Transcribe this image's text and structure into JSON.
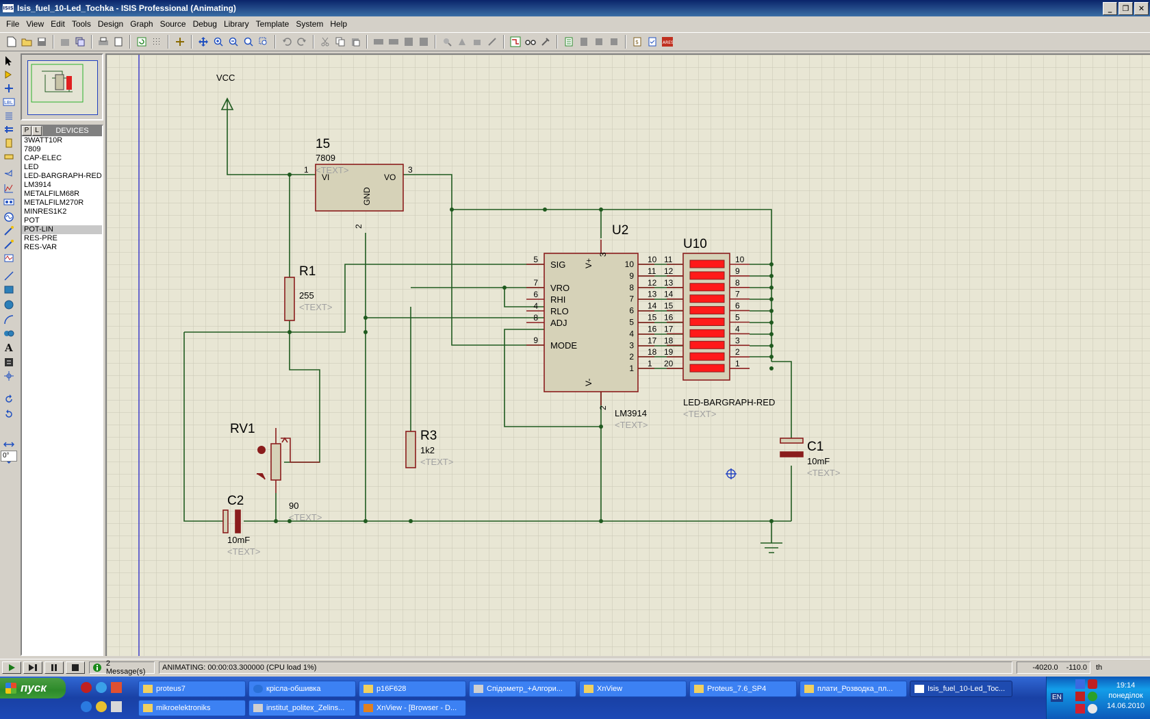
{
  "window": {
    "app_icon": "ISIS",
    "title": "Isis_fuel_10-Led_Tochka - ISIS Professional (Animating)",
    "minimize_glyph": "_",
    "maximize_glyph": "❐",
    "close_glyph": "✕"
  },
  "menu": [
    "File",
    "View",
    "Edit",
    "Tools",
    "Design",
    "Graph",
    "Source",
    "Debug",
    "Library",
    "Template",
    "System",
    "Help"
  ],
  "devices_panel": {
    "p_label": "P",
    "l_label": "L",
    "title": "DEVICES",
    "items": [
      "3WATT10R",
      "7809",
      "CAP-ELEC",
      "LED",
      "LED-BARGRAPH-RED",
      "LM3914",
      "METALFILM68R",
      "METALFILM270R",
      "MINRES1K2",
      "POT",
      "POT-LIN",
      "RES-PRE",
      "RES-VAR"
    ],
    "selected": "POT-LIN"
  },
  "rotation": "0°",
  "schematic": {
    "vcc_label": "VCC",
    "reg": {
      "ref": "15",
      "value": "7809",
      "text": "<TEXT>",
      "vi": "VI",
      "vo": "VO",
      "gnd": "GND",
      "pin1": "1",
      "pin2": "2",
      "pin3": "3"
    },
    "r1": {
      "ref": "R1",
      "value": "255",
      "text": "<TEXT>"
    },
    "rv1": {
      "ref": "RV1",
      "value": "90",
      "text": "<TEXT>"
    },
    "c2": {
      "ref": "C2",
      "value": "10mF",
      "text": "<TEXT>"
    },
    "r3": {
      "ref": "R3",
      "value": "1k2",
      "text": "<TEXT>"
    },
    "u2": {
      "ref": "U2",
      "value": "LM3914",
      "text": "<TEXT>",
      "left_pins": [
        {
          "num": "5",
          "name": "SIG"
        },
        {
          "num": "7",
          "name": "VRO"
        },
        {
          "num": "6",
          "name": "RHI"
        },
        {
          "num": "4",
          "name": "RLO"
        },
        {
          "num": "8",
          "name": "ADJ"
        },
        {
          "num": "9",
          "name": "MODE"
        }
      ],
      "vplus": "V+",
      "vminus": "V-",
      "top_pin": "3",
      "bottom_pin": "2",
      "right_pins": [
        "10",
        "9",
        "8",
        "7",
        "6",
        "5",
        "4",
        "3",
        "2",
        "1"
      ],
      "right_nums": [
        "10",
        "11",
        "12",
        "13",
        "14",
        "15",
        "16",
        "17",
        "18",
        "1"
      ]
    },
    "u10": {
      "ref": "U10",
      "value": "LED-BARGRAPH-RED",
      "text": "<TEXT>",
      "left_nums": [
        "11",
        "12",
        "13",
        "14",
        "15",
        "16",
        "17",
        "18",
        "19",
        "20"
      ],
      "right_nums": [
        "10",
        "9",
        "8",
        "7",
        "6",
        "5",
        "4",
        "3",
        "2",
        "1"
      ]
    },
    "c1": {
      "ref": "C1",
      "value": "10mF",
      "text": "<TEXT>"
    },
    "colors": {
      "wire": "#1f5a1f",
      "component": "#8a1c1c",
      "body": "#d6d2b8",
      "led": "#ff1a1a",
      "sheet_line": "#3c3cc8"
    }
  },
  "status": {
    "messages": "2 Message(s)",
    "animating": "ANIMATING: 00:00:03.300000 (CPU load 1%)",
    "coord_x": "-4020.0",
    "coord_y": "-110.0",
    "units": "th"
  },
  "taskbar": {
    "start": "пуск",
    "row1": [
      {
        "label": "proteus7",
        "icon": "folder-icon"
      },
      {
        "label": "крісла-обшивка",
        "icon": "help-icon"
      },
      {
        "label": "p16F628",
        "icon": "folder-icon"
      },
      {
        "label": "Спідометр_+Алгори...",
        "icon": "document-icon"
      },
      {
        "label": "XnView",
        "icon": "folder-icon"
      },
      {
        "label": "Proteus_7.6_SP4",
        "icon": "folder-icon"
      },
      {
        "label": "плати_Розводка_пл...",
        "icon": "folder-icon"
      },
      {
        "label": "Isis_fuel_10-Led_Toc...",
        "icon": "isis-icon"
      }
    ],
    "row2": [
      {
        "label": "mikroelektroniks",
        "icon": "folder-icon"
      },
      {
        "label": "institut_politex_Zelins...",
        "icon": "document-icon"
      },
      {
        "label": "XnView - [Browser - D...",
        "icon": "xnview-icon"
      }
    ],
    "lang": "EN",
    "time": "19:14",
    "day": "понеділок",
    "date": "14.06.2010"
  }
}
